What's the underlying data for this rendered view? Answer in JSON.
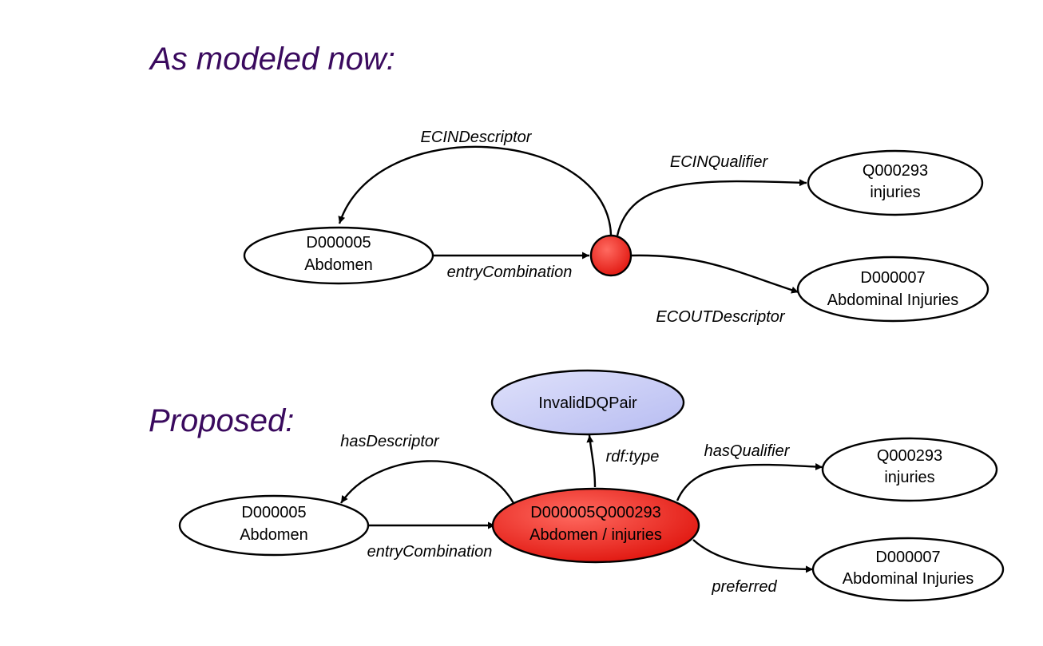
{
  "colors": {
    "heading": "#3a0a5e",
    "red_node": "#e8231c",
    "blue_node": "#c4c8f4",
    "white_node": "#ffffff",
    "edge": "#000000"
  },
  "sections": {
    "current": {
      "title": "As modeled now:",
      "nodes": {
        "abdomen": {
          "line1": "D000005",
          "line2": "Abdomen"
        },
        "combination": {
          "line1": "",
          "line2": ""
        },
        "qualifier": {
          "line1": "Q000293",
          "line2": "injuries"
        },
        "descriptor_out": {
          "line1": "D000007",
          "line2": "Abdominal Injuries"
        }
      },
      "edges": {
        "ecin_descriptor": "ECINDescriptor",
        "ecin_qualifier": "ECINQualifier",
        "entry_combination": "entryCombination",
        "ecout_descriptor": "ECOUTDescriptor"
      }
    },
    "proposed": {
      "title": "Proposed:",
      "nodes": {
        "invalid_pair": {
          "line1": "InvalidDQPair"
        },
        "abdomen": {
          "line1": "D000005",
          "line2": "Abdomen"
        },
        "combination": {
          "line1": "D000005Q000293",
          "line2": "Abdomen / injuries"
        },
        "qualifier": {
          "line1": "Q000293",
          "line2": "injuries"
        },
        "preferred": {
          "line1": "D000007",
          "line2": "Abdominal Injuries"
        }
      },
      "edges": {
        "has_descriptor": "hasDescriptor",
        "rdf_type": "rdf:type",
        "has_qualifier": "hasQualifier",
        "entry_combination": "entryCombination",
        "preferred": "preferred"
      }
    }
  }
}
